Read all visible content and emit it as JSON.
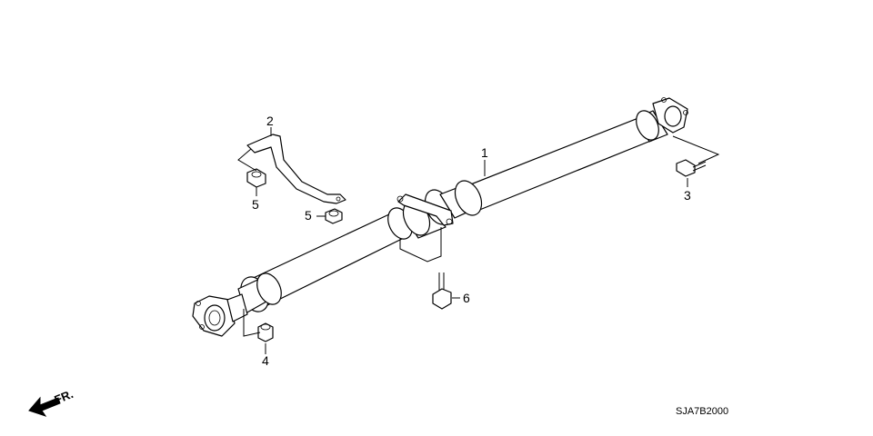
{
  "callouts": [
    {
      "id": "1",
      "label": "1"
    },
    {
      "id": "2",
      "label": "2"
    },
    {
      "id": "3",
      "label": "3"
    },
    {
      "id": "4",
      "label": "4"
    },
    {
      "id": "5a",
      "label": "5"
    },
    {
      "id": "5b",
      "label": "5"
    },
    {
      "id": "6",
      "label": "6"
    }
  ],
  "direction": {
    "label": "FR.",
    "icon": "front-arrow-icon"
  },
  "diagram_code": "SJA7B2000"
}
